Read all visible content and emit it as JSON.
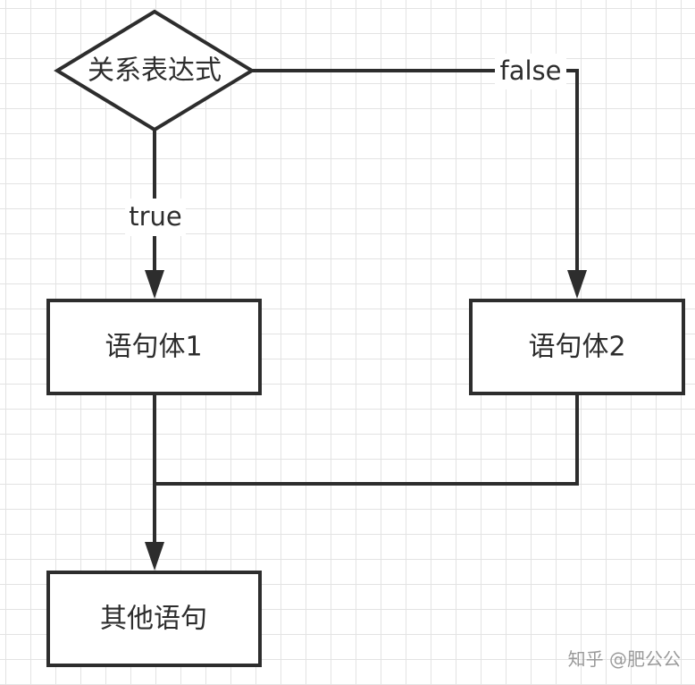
{
  "nodes": {
    "condition": "关系表达式",
    "body1": "语句体1",
    "body2": "语句体2",
    "other": "其他语句"
  },
  "edges": {
    "true_label": "true",
    "false_label": "false"
  },
  "watermark": "知乎 @肥公公",
  "colors": {
    "stroke": "#2d2d2d",
    "grid": "#e3e3e3",
    "background": "#ffffff"
  }
}
